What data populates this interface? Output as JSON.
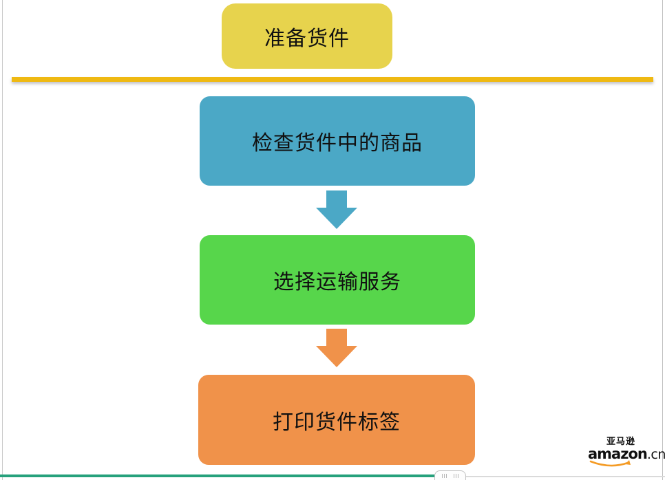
{
  "flow": {
    "title": "准备货件",
    "steps": [
      {
        "label": "检查货件中的商品",
        "color": "#4ba8c6"
      },
      {
        "label": "选择运输服务",
        "color": "#57d64b"
      },
      {
        "label": "打印货件标签",
        "color": "#f0924a"
      }
    ],
    "title_color": "#e7d34d",
    "divider_color": "#efb912",
    "arrow_colors": [
      "#4ba8c6",
      "#f0924a"
    ]
  },
  "brand": {
    "cn_name": "亚马逊",
    "logo_text": "amazon",
    "logo_suffix": ".cn",
    "swoosh_color": "#f49b25"
  },
  "footer": {
    "progress_color": "#26a17c",
    "track_color": "#dadada"
  }
}
